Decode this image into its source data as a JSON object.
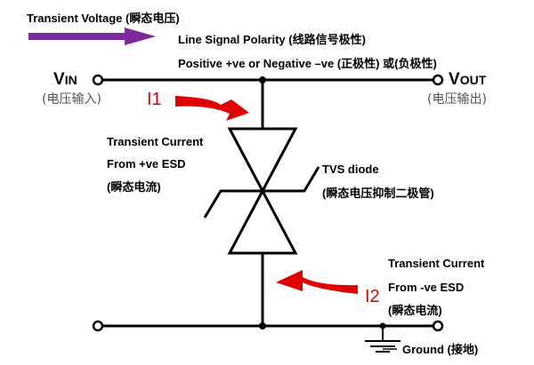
{
  "labels": {
    "transient_voltage": "Transient Voltage (瞬态电压)",
    "line_polarity": "Line Signal Polarity (线路信号极性)",
    "positive_negative": "Positive +ve or Negative –ve (正极性) 或(负极性)",
    "vin_main": "V",
    "vin_sub": "IN",
    "vin_cn": "(电压输入)",
    "vout_main": "V",
    "vout_sub": "OUT",
    "vout_cn": "(电压输出)",
    "i1": "I1",
    "i2": "I2",
    "tc_pos_line1": "Transient Current",
    "tc_pos_line2": "From +ve ESD",
    "tc_pos_line3": "(瞬态电流)",
    "tvs_line1": "TVS diode",
    "tvs_line2": "(瞬态电压抑制二极管)",
    "tc_neg_line1": "Transient Current",
    "tc_neg_line2": "From -ve ESD",
    "tc_neg_line3": "(瞬态电流)",
    "ground": "Ground (接地)"
  },
  "colors": {
    "arrow_purple": "#7a2a9a",
    "current_red": "#e00000",
    "wire": "#000000"
  },
  "icons": {
    "tvs": "bidirectional-tvs-diode-icon",
    "ground": "ground-symbol-icon"
  }
}
